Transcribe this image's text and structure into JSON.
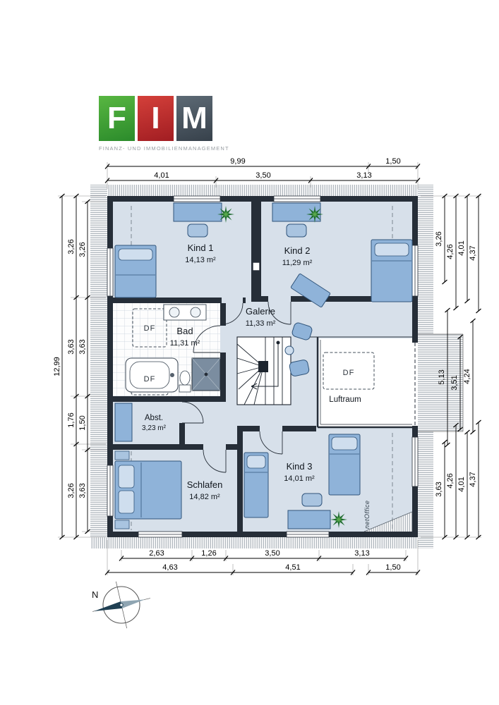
{
  "logo": {
    "letters": [
      "F",
      "I",
      "M"
    ],
    "subtitle": "FINANZ- UND IMMOBILIENMANAGEMENT",
    "colors": {
      "f_bg": "#3fa435",
      "i_bg": "#b7242a",
      "m_bg": "#46525e"
    }
  },
  "rooms": [
    {
      "name": "Kind 1",
      "area": "14,13 m²"
    },
    {
      "name": "Kind 2",
      "area": "11,29 m²"
    },
    {
      "name": "Bad",
      "area": "11,31 m²"
    },
    {
      "name": "Galerie",
      "area": "11,33 m²"
    },
    {
      "name": "Abst.",
      "area": "3,23 m²"
    },
    {
      "name": "Schlafen",
      "area": "14,82 m²"
    },
    {
      "name": "Kind 3",
      "area": "14,01 m²"
    },
    {
      "name": "Luftraum",
      "area": ""
    }
  ],
  "labels": {
    "df": "DF"
  },
  "dimensions": {
    "top_row1": [
      "9,99",
      "1,50"
    ],
    "top_row2": [
      "4,01",
      "3,50",
      "3,13"
    ],
    "left_total": "12,99",
    "left_outer": [
      "3,26",
      "3,63",
      "1,76",
      "3,26"
    ],
    "left_inner": [
      "3,26",
      "3,63",
      "1,50",
      "3,63"
    ],
    "right_top": [
      "3,26",
      "4,26",
      "4,01",
      "4,37"
    ],
    "right_middle": [
      "5,13",
      "3,51",
      "4,24"
    ],
    "right_bottom": [
      "3,63",
      "4,26",
      "4,01",
      "4,37"
    ],
    "bottom_row1": [
      "2,63",
      "1,26",
      "3,50",
      "3,13"
    ],
    "bottom_row2": [
      "4,63",
      "4,51",
      "1,50"
    ]
  },
  "compass": {
    "north_label": "N"
  },
  "watermark": {
    "text": "netOffice"
  },
  "colors": {
    "wall": "#262e38",
    "floor": "#d7e0ea",
    "furniture": "#8fb3d9",
    "plant_dark": "#1d6a2f",
    "plant_light": "#58a84b"
  }
}
